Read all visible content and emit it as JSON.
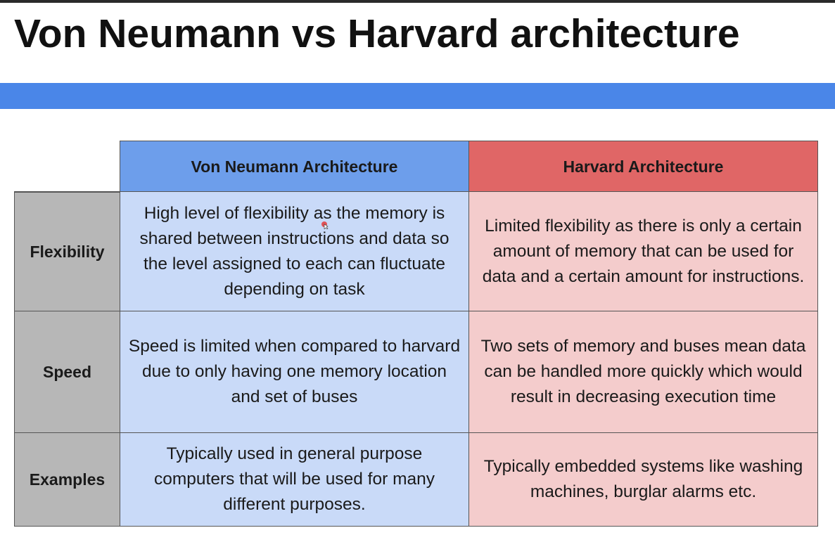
{
  "slide": {
    "title": "Von Neumann vs Harvard architecture"
  },
  "table": {
    "headers": [
      "",
      "Von Neumann Architecture",
      "Harvard Architecture"
    ],
    "rows": [
      {
        "label": "Flexibility",
        "von_neumann": "High level of flexibility as the memory is shared between instructions and data so the level assigned to each can fluctuate depending on task",
        "harvard": "Limited flexibility as there is only a certain amount of memory that can be used for data and a certain amount for instructions."
      },
      {
        "label": "Speed",
        "von_neumann": "Speed is limited when compared to harvard due to only having one memory location and set of buses",
        "harvard": "Two sets of memory and buses mean data can be handled more quickly which would result in decreasing execution time"
      },
      {
        "label": "Examples",
        "von_neumann": "Typically used in general purpose computers that will be used for many different purposes.",
        "harvard": "Typically embedded systems like washing machines, burglar alarms etc."
      }
    ]
  },
  "colors": {
    "accent_bar": "#4a86e8",
    "von_neumann_header": "#6d9eeb",
    "harvard_header": "#e06666",
    "von_neumann_cell": "#c9daf8",
    "harvard_cell": "#f4cccc",
    "row_label": "#b7b7b7"
  },
  "icons": {
    "pointer": "mouse-pointer-icon"
  }
}
